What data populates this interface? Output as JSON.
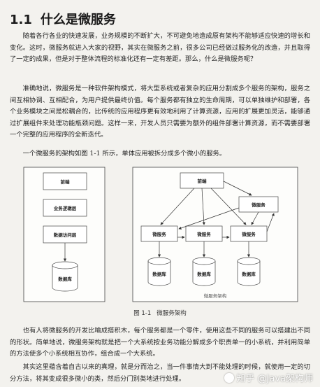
{
  "section": {
    "number": "1.1",
    "title": "什么是微服务"
  },
  "paragraphs": {
    "p1": "随着各行各业的快速发展，业务规模的不断扩大，不可避免地造成原有架构不能够适应快速的增长和变化。这时，微服务就进入大家的视野，其实在微服务之前，很多公司已经做过服务化的改造，并且取得了一定的成果，但是对于整体流程的标准化还有一定有差距。那么，什么是微服务呢？",
    "p2": "准确地说，微服务是一种软件架构模式，将大型系统或者复杂的应用分割成多个服务的架构，服务之间互相协调、互相配合，为用户提供最终价值。每个服务都有独立的生命周期，可以单独维护和部署，各个业务模块之间是松耦合的，比传统的应用程序更有效地利用了计算资源，应用的扩展更加灵活，能够通过扩展组件来处理功能瓶颈问题。这样一来，开发人员只需要为额外的组件部署计算资源，而不需要部署一个完整的应用程序的全新迭代。",
    "p3": "一个微服务的架构如图 1-1 所示，单体应用被拆分成多个微小的服务。",
    "p4": "也有人将微服务的开发比喻成搭积木，每个服务都是一个零件，使用这些不同的服务可以搭建出不同的形状。简单地说，微服务架构就是把一个大系统按业务功能分解成多个职责单一的小系统，并利用简单的方法使多个小系统相互协作，组合成一个大系统。",
    "p5": "其实这里蕴含着自古以来的真理，就是分而治之，当一件事情大到不能处理的时候，就使用一定的切分方法，将其变成很多微小的类，然后分门别类地进行处理。"
  },
  "diagram": {
    "monolith": {
      "frontend": "前端",
      "business": "业务逻辑层",
      "data_access": "数据访问层",
      "database": "数据库"
    },
    "microservices": {
      "frontend": "前端",
      "service": "微服务",
      "database": "数据库",
      "cluster_label": "微服务架构"
    }
  },
  "caption": {
    "figure": "图 1-1",
    "text": "微服务架构"
  },
  "watermark": {
    "text": "知乎 @Java架构师"
  }
}
